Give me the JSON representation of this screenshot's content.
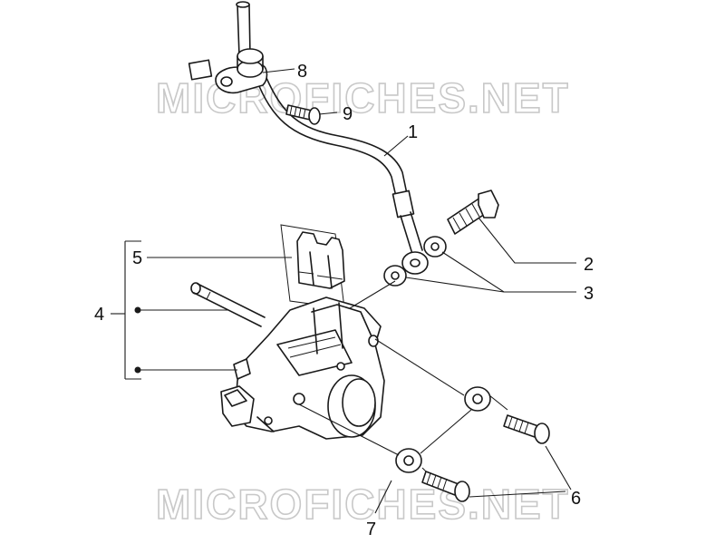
{
  "watermarks": [
    "MICROFICHES.NET",
    "MICROFICHES.NET"
  ],
  "callouts": {
    "c1": "1",
    "c2": "2",
    "c3": "3",
    "c4": "4",
    "c5": "5",
    "c6": "6",
    "c7": "7",
    "c8": "8",
    "c9": "9"
  },
  "colors": {
    "line": "#1a1a1a",
    "watermark": "#c8c8c8",
    "background": "#ffffff"
  }
}
